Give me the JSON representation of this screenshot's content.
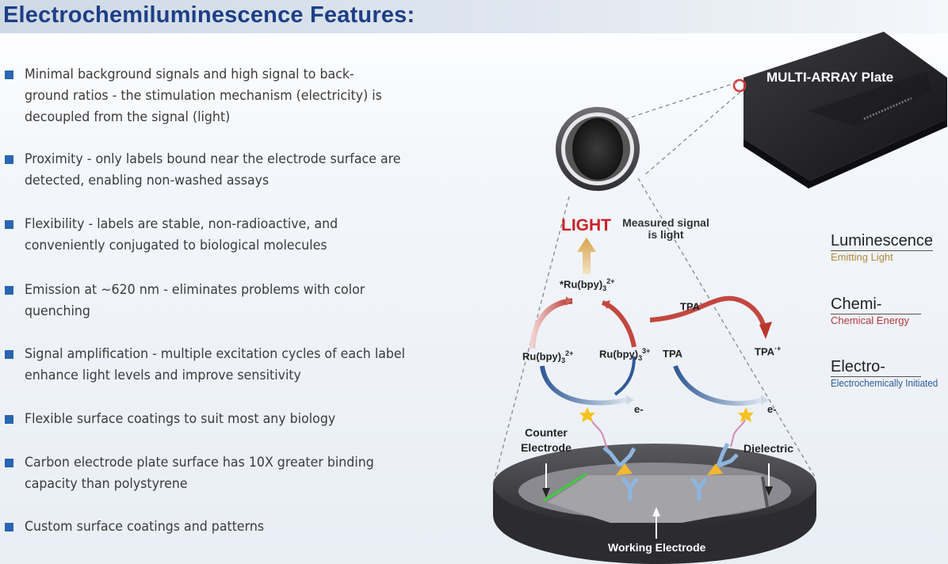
{
  "title": "Electrochemiluminescence Features:",
  "features": [
    {
      "text": "Minimal background signals and high signal to back-\nground ratios - the stimulation mechanism (electricity) is\ndecoupled from the signal (light)"
    },
    {
      "text": "Proximity - only labels bound near the electrode surface are\ndetected, enabling non-washed assays"
    },
    {
      "text": "Flexibility - labels are stable, non-radioactive, and\nconveniently conjugated to biological molecules"
    },
    {
      "text": "Emission at ~620 nm - eliminates problems with color\nquenching"
    },
    {
      "text": "Signal amplification - multiple excitation cycles of each label\nenhance light levels and improve sensitivity"
    },
    {
      "text": "Flexible surface coatings to suit most any biology"
    },
    {
      "text": "Carbon electrode plate surface has 10X greater binding\ncapacity than polystyrene"
    },
    {
      "text": "Custom surface coatings and patterns"
    }
  ],
  "diagram": {
    "plate_label": "MULTI-ARRAY Plate",
    "light_label": "LIGHT",
    "measured_signal": "Measured signal is light",
    "ru_excited": {
      "base": "*Ru(bpy)",
      "sub": "3",
      "sup": "2+"
    },
    "ru_2plus": {
      "base": "Ru(bpy)",
      "sub": "3",
      "sup": "2+"
    },
    "ru_3plus": {
      "base": "Ru(bpy)",
      "sub": "3",
      "sup": "3+"
    },
    "tpa_radical": {
      "base": "TPA",
      "sup": "·"
    },
    "tpa": "TPA",
    "tpa_cation": {
      "base": "TPA",
      "sup": "·+"
    },
    "electron_left": "e-",
    "electron_right": "e-",
    "counter_electrode": "Counter Electrode",
    "dielectric": "Dielectric",
    "working_electrode": "Working Electrode"
  },
  "legend": [
    {
      "main": "Luminescence",
      "sub": "Emitting Light",
      "color": "#b0893d"
    },
    {
      "main": "Chemi-",
      "sub": "Chemical Energy",
      "color": "#b23a3a"
    },
    {
      "main": "Electro-",
      "sub": "Electrochemically Initiated",
      "color": "#2d5c9a"
    }
  ],
  "colors": {
    "title": "#1d3f86",
    "bullet": "#2866b0",
    "light": "#c82127",
    "arrow_red": "#b9362e",
    "arrow_blue": "#2f5a96"
  }
}
